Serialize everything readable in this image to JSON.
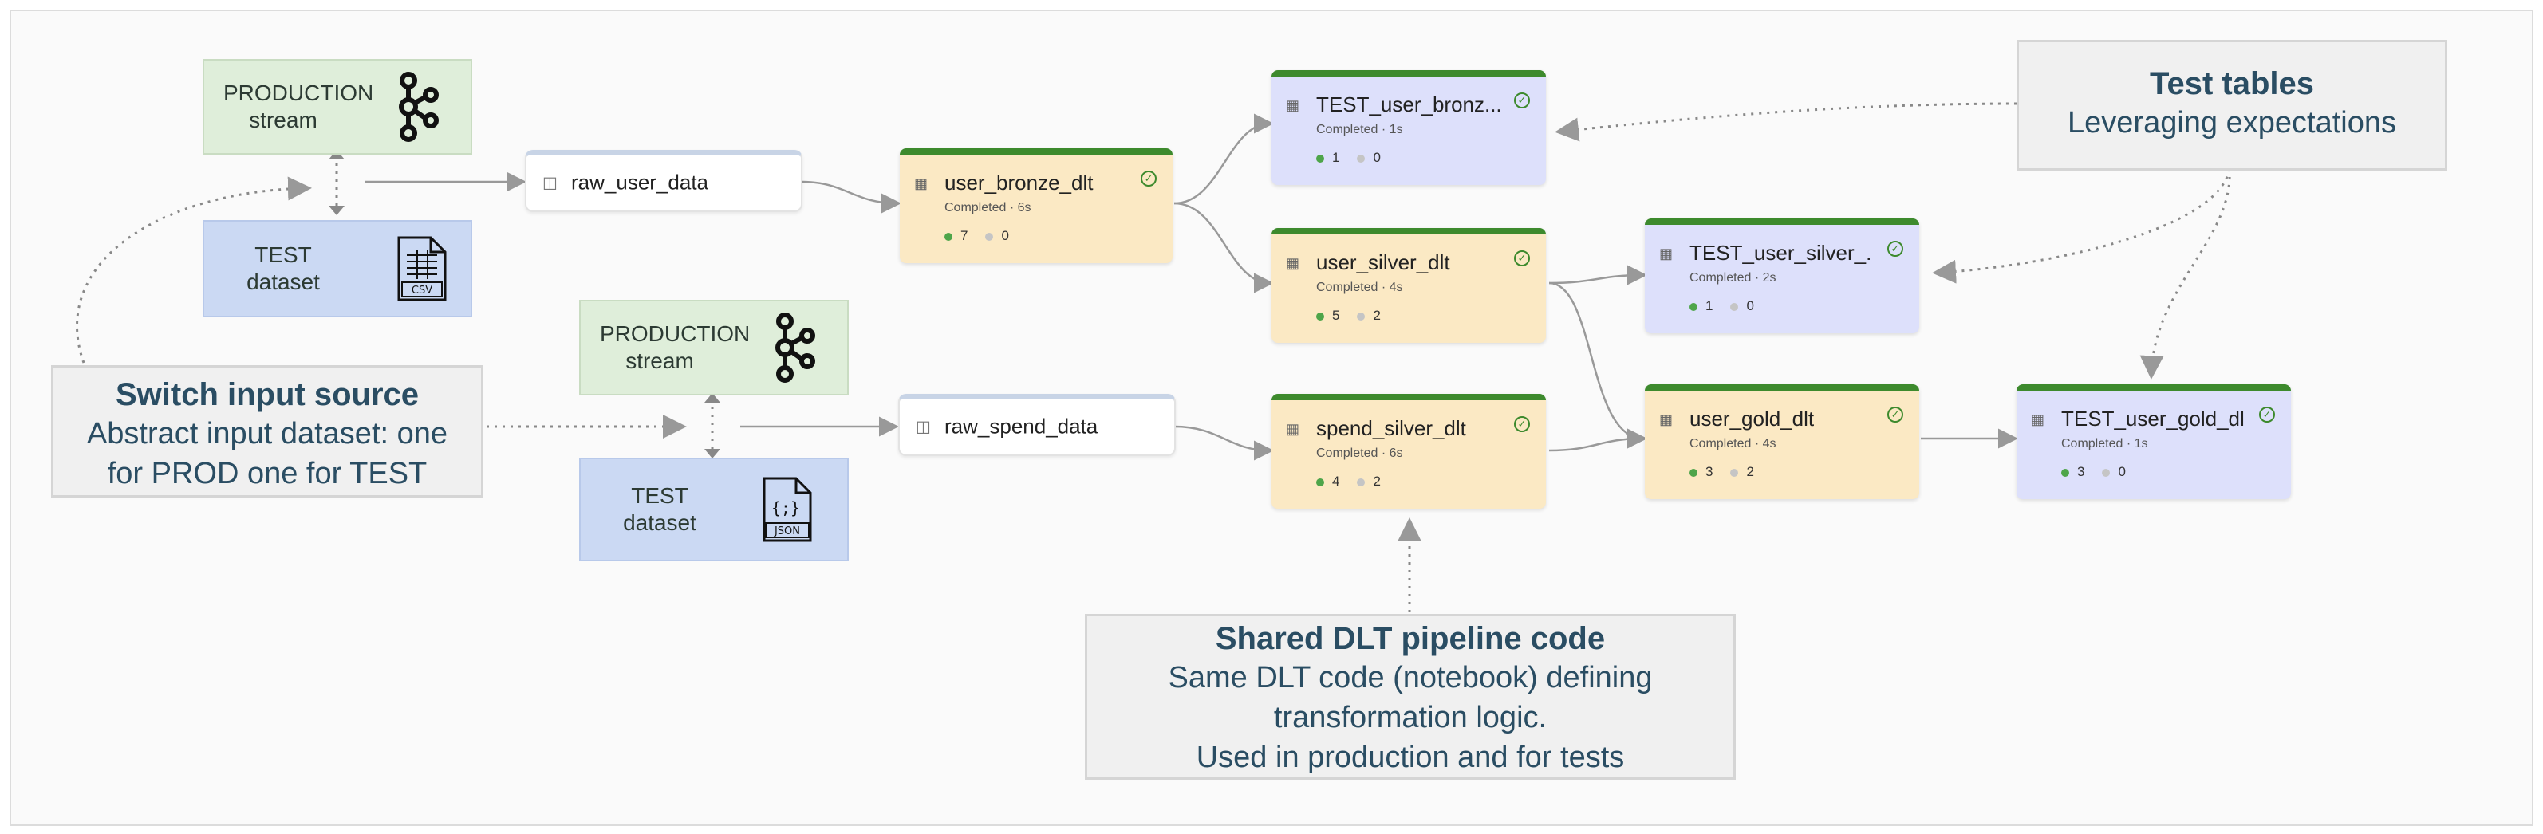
{
  "sources": {
    "prod1": {
      "line1": "PRODUCTION",
      "line2": "stream",
      "icon": "kafka-icon"
    },
    "test1": {
      "line1": "TEST",
      "line2": "dataset",
      "icon": "csv-file-icon",
      "icon_label": "CSV"
    },
    "prod2": {
      "line1": "PRODUCTION",
      "line2": "stream",
      "icon": "kafka-icon"
    },
    "test2": {
      "line1": "TEST",
      "line2": "dataset",
      "icon": "json-file-icon",
      "icon_label": "JSON",
      "icon_glyph": "{;}"
    }
  },
  "raw": {
    "user": {
      "name": "raw_user_data"
    },
    "spend": {
      "name": "raw_spend_data"
    }
  },
  "nodes": {
    "user_bronze": {
      "name": "user_bronze_dlt",
      "status": "Completed · 6s",
      "passed": "7",
      "failed": "0"
    },
    "test_bronze": {
      "name": "TEST_user_bronz...",
      "status": "Completed · 1s",
      "passed": "1",
      "failed": "0"
    },
    "user_silver": {
      "name": "user_silver_dlt",
      "status": "Completed · 4s",
      "passed": "5",
      "failed": "2"
    },
    "test_silver": {
      "name": "TEST_user_silver_...",
      "status": "Completed · 2s",
      "passed": "1",
      "failed": "0"
    },
    "spend_silver": {
      "name": "spend_silver_dlt",
      "status": "Completed · 6s",
      "passed": "4",
      "failed": "2"
    },
    "user_gold": {
      "name": "user_gold_dlt",
      "status": "Completed · 4s",
      "passed": "3",
      "failed": "2"
    },
    "test_gold": {
      "name": "TEST_user_gold_dlt",
      "status": "Completed · 1s",
      "passed": "3",
      "failed": "0"
    }
  },
  "notes": {
    "switch": {
      "title": "Switch input source",
      "line1": "Abstract input dataset: one",
      "line2": "for PROD one for TEST"
    },
    "test_tables": {
      "title": "Test tables",
      "line1": "Leveraging expectations"
    },
    "shared": {
      "title": "Shared DLT pipeline code",
      "line1": "Same DLT code (notebook) defining",
      "line2": "transformation logic.",
      "line3": "Used in production and for tests"
    }
  },
  "colors": {
    "completed_border": "#3d8a2d",
    "materialized_view": "#fbe9c4",
    "test_table": "#dde0fb",
    "note_text": "#2a4d63"
  }
}
